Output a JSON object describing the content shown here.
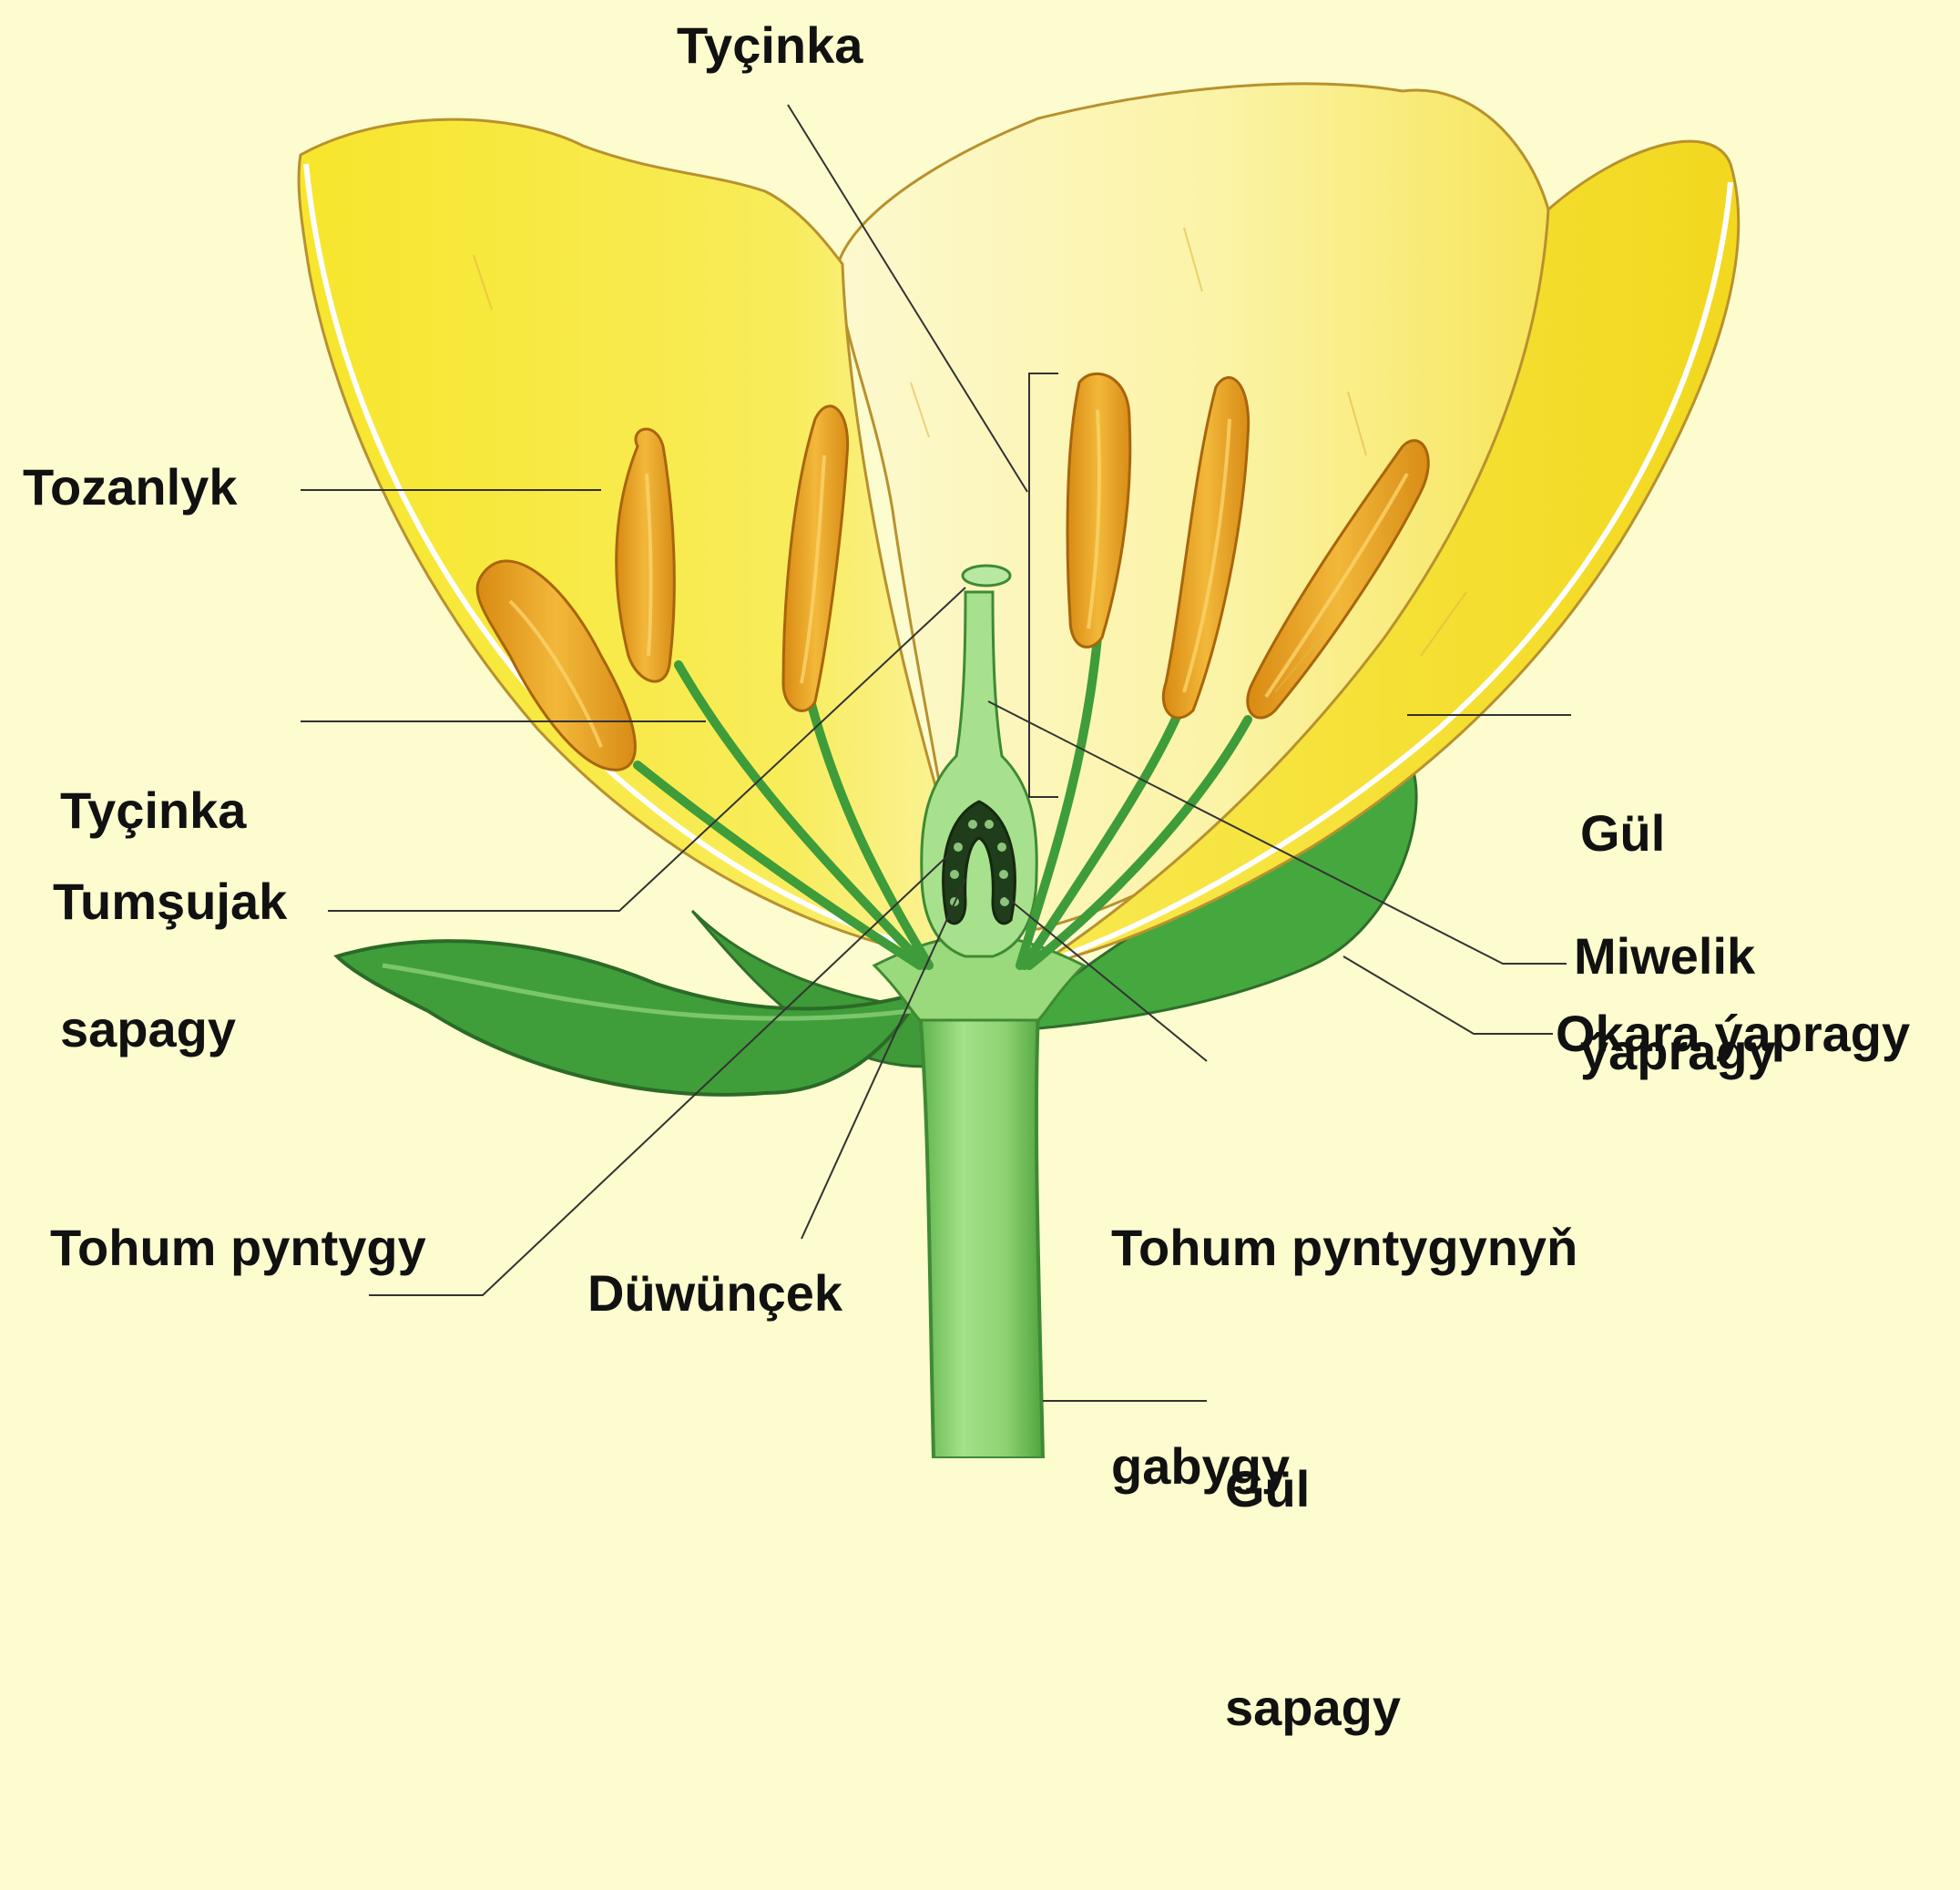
{
  "labels": {
    "stamen_top": "Tyçinka",
    "anther": "Tozanlyk",
    "filament_line1": "Tyçinka",
    "filament_line2": "sapagy",
    "stigma": "Tumşujak",
    "ovule": "Tohum pyntygy",
    "ovary": "Düwünçek",
    "petal_line1": "Gül",
    "petal_line2": "ýapragy",
    "pistil": "Miwelik",
    "sepal": "Okara ýapragy",
    "ovule_coat_line1": "Tohum pyntygynyň",
    "ovule_coat_line2": "gabygy",
    "peduncle_line1": "Gül",
    "peduncle_line2": "sapagy"
  },
  "colors": {
    "background": "#FCFCCF",
    "petal_yellow": "#F6E93A",
    "petal_pale": "#FBF6B2",
    "anther_orange": "#E8A51F",
    "stem_green": "#8DD46F",
    "sepal_green": "#3E9F3A",
    "leader_line": "#333333"
  }
}
